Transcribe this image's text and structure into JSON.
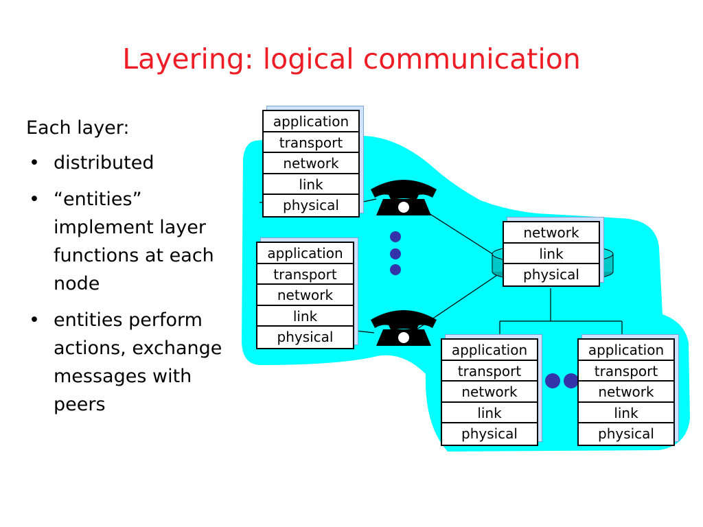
{
  "slide": {
    "title": "Layering: logical communication",
    "intro": "Each layer:",
    "bullets": [
      {
        "dot": "•",
        "text": "distributed"
      },
      {
        "dot": "•",
        "text": "“entities” implement layer functions at each node"
      },
      {
        "dot": "•",
        "text": "entities perform actions, exchange messages with peers"
      }
    ]
  },
  "diagram": {
    "colors": {
      "cloud": "#00ffff",
      "title": "#ee1c24",
      "dots": "#3333aa"
    },
    "stacks": {
      "top_left": [
        "application",
        "transport",
        "network",
        "link",
        "physical"
      ],
      "mid_left": [
        "application",
        "transport",
        "network",
        "link",
        "physical"
      ],
      "router": [
        "network",
        "link",
        "physical"
      ],
      "bottom_mid": [
        "application",
        "transport",
        "network",
        "link",
        "physical"
      ],
      "bottom_right": [
        "application",
        "transport",
        "network",
        "link",
        "physical"
      ]
    },
    "icons": [
      "telephone-icon",
      "telephone-icon",
      "router-icon",
      "ellipsis-dots-icon"
    ]
  }
}
